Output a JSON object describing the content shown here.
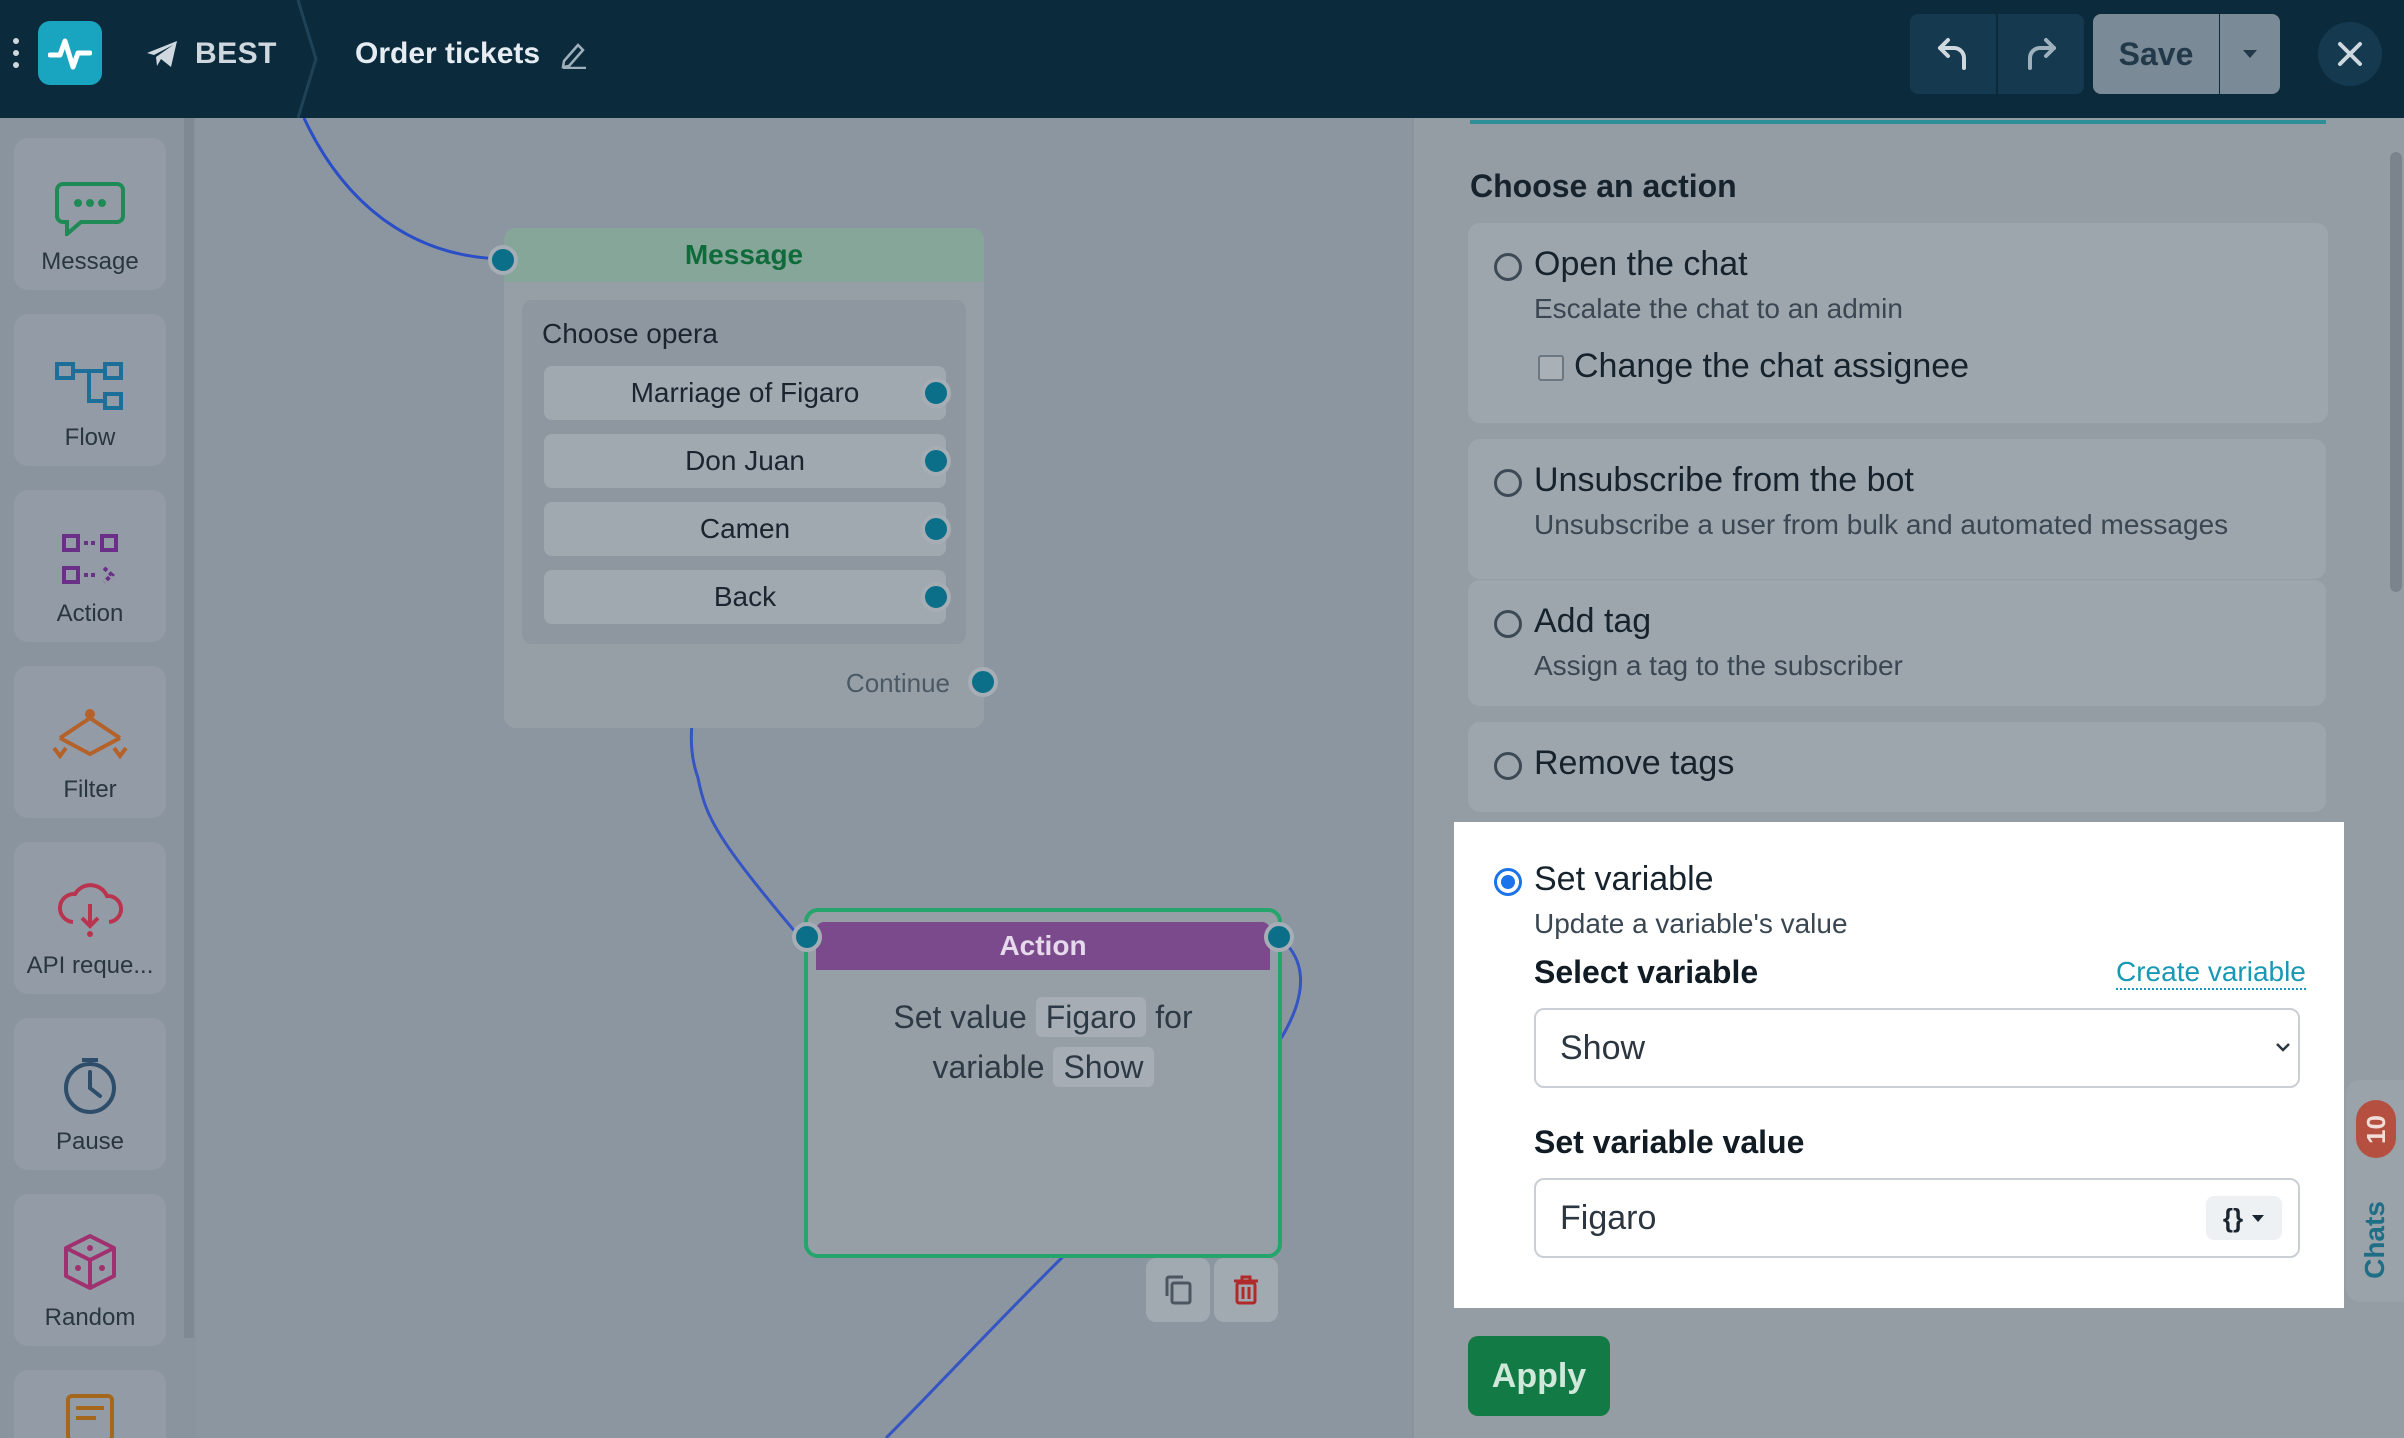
{
  "header": {
    "bot_name": "BEST",
    "flow_title": "Order tickets",
    "save_label": "Save"
  },
  "palette": [
    {
      "label": "Message",
      "icon": "message-bubble-icon"
    },
    {
      "label": "Flow",
      "icon": "flow-icon"
    },
    {
      "label": "Action",
      "icon": "action-icon"
    },
    {
      "label": "Filter",
      "icon": "filter-icon"
    },
    {
      "label": "API reque...",
      "icon": "cloud-api-icon"
    },
    {
      "label": "Pause",
      "icon": "clock-icon"
    },
    {
      "label": "Random",
      "icon": "dice-icon"
    }
  ],
  "canvas": {
    "message_node": {
      "title": "Message",
      "text": "Choose opera",
      "options": [
        "Marriage of Figaro",
        "Don Juan",
        "Camen",
        "Back"
      ],
      "continue_label": "Continue"
    },
    "action_node": {
      "title": "Action",
      "text_prefix": "Set value",
      "value": "Figaro",
      "text_mid": "for",
      "text_var_prefix": "variable",
      "variable": "Show"
    }
  },
  "panel": {
    "section_title": "Choose an action",
    "options": [
      {
        "title": "Open the chat",
        "subtitle": "Escalate the chat to an admin",
        "checkbox_label": "Change the chat assignee"
      },
      {
        "title": "Unsubscribe from the bot",
        "subtitle": "Unsubscribe a user from bulk and automated messages"
      },
      {
        "title": "Add tag",
        "subtitle": "Assign a tag to the subscriber"
      },
      {
        "title": "Remove tags"
      }
    ],
    "selected": {
      "title": "Set variable",
      "subtitle": "Update a variable's value",
      "select_label": "Select variable",
      "create_link": "Create variable",
      "select_value": "Show",
      "value_label": "Set variable value",
      "value": "Figaro",
      "var_button": "{}"
    },
    "apply_label": "Apply"
  },
  "chats_tab": {
    "label": "Chats",
    "count": "10"
  },
  "colors": {
    "topbar": "#0b2a3c",
    "logo": "#19a5bf",
    "message_header_text": "#0f6b3a",
    "action_header": "#7a4a8c",
    "apply_button": "#127a45",
    "link": "#1798b5",
    "radio_selected": "#1a73e8"
  }
}
